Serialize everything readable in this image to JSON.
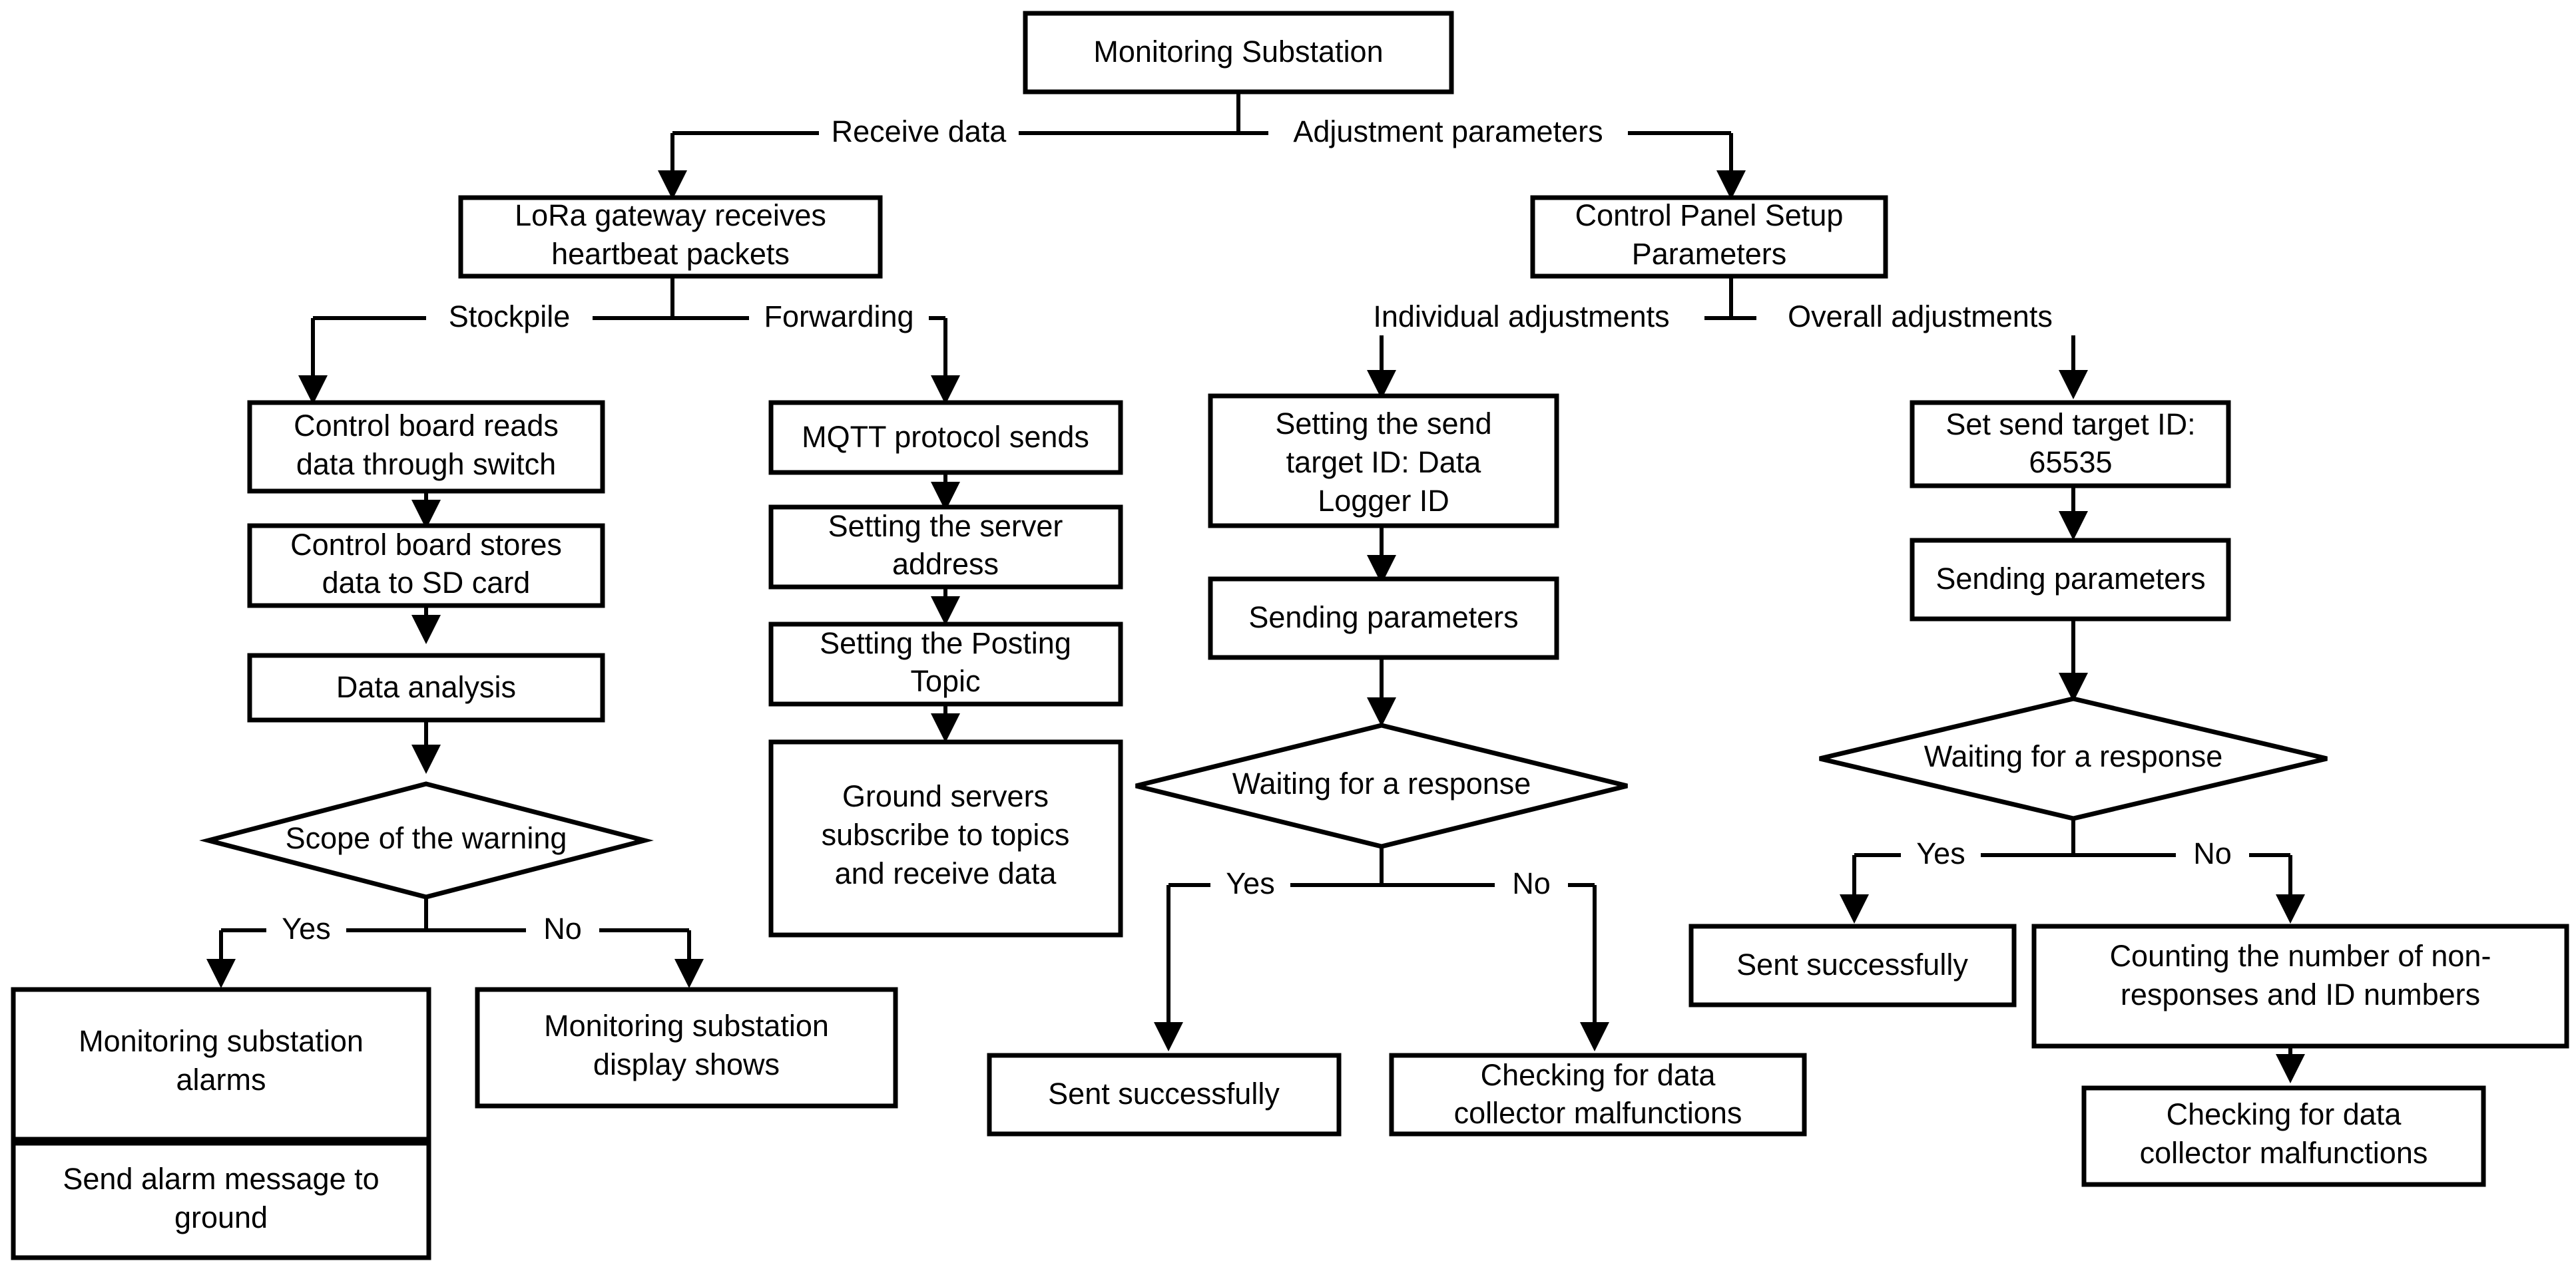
{
  "diagram": {
    "title": "Monitoring Substation communication and parameter configuration flowchart",
    "background_color": "#ffffff",
    "line_color": "#000000",
    "text_color": "#000000",
    "nodes": [
      {
        "id": "n1",
        "shape": "process",
        "lines": [
          "Monitoring Substation"
        ]
      },
      {
        "id": "n2",
        "shape": "process",
        "lines": [
          "LoRa gateway receives",
          "heartbeat packets"
        ]
      },
      {
        "id": "n3",
        "shape": "process",
        "lines": [
          "Control Panel Setup",
          "Parameters"
        ]
      },
      {
        "id": "n4",
        "shape": "process",
        "lines": [
          "Control board reads",
          "data through switch"
        ]
      },
      {
        "id": "n5",
        "shape": "process",
        "lines": [
          "Control board stores",
          "data to SD card"
        ]
      },
      {
        "id": "n6",
        "shape": "process",
        "lines": [
          "Data analysis"
        ]
      },
      {
        "id": "n7",
        "shape": "decision",
        "lines": [
          "Scope of the warning"
        ]
      },
      {
        "id": "n8",
        "shape": "process",
        "lines": [
          "Monitoring substation",
          "alarms"
        ]
      },
      {
        "id": "n9",
        "shape": "process",
        "lines": [
          "Send alarm message to",
          "ground"
        ]
      },
      {
        "id": "n10",
        "shape": "process",
        "lines": [
          "Monitoring substation",
          "display shows"
        ]
      },
      {
        "id": "n11",
        "shape": "process",
        "lines": [
          "MQTT protocol sends"
        ]
      },
      {
        "id": "n12",
        "shape": "process",
        "lines": [
          "Setting the server",
          "address"
        ]
      },
      {
        "id": "n13",
        "shape": "process",
        "lines": [
          "Setting the Posting",
          "Topic"
        ]
      },
      {
        "id": "n14",
        "shape": "process",
        "lines": [
          "Ground servers",
          "subscribe to topics",
          "and receive data"
        ]
      },
      {
        "id": "n15",
        "shape": "process",
        "lines": [
          "Setting the send",
          "target ID: Data",
          "Logger ID"
        ]
      },
      {
        "id": "n16",
        "shape": "process",
        "lines": [
          "Sending parameters"
        ]
      },
      {
        "id": "n17",
        "shape": "decision",
        "lines": [
          "Waiting for a response"
        ]
      },
      {
        "id": "n18",
        "shape": "process",
        "lines": [
          "Sent successfully"
        ]
      },
      {
        "id": "n19",
        "shape": "process",
        "lines": [
          "Checking for data",
          "collector malfunctions"
        ]
      },
      {
        "id": "n20",
        "shape": "process",
        "lines": [
          "Set send target ID:",
          "65535"
        ]
      },
      {
        "id": "n21",
        "shape": "process",
        "lines": [
          "Sending parameters"
        ]
      },
      {
        "id": "n22",
        "shape": "decision",
        "lines": [
          "Waiting for a response"
        ]
      },
      {
        "id": "n23",
        "shape": "process",
        "lines": [
          "Sent successfully"
        ]
      },
      {
        "id": "n24",
        "shape": "process",
        "lines": [
          "Counting the number of non-",
          "responses and ID numbers"
        ]
      },
      {
        "id": "n25",
        "shape": "process",
        "lines": [
          "Checking for data",
          "collector malfunctions"
        ]
      }
    ],
    "edge_labels": [
      {
        "id": "e1",
        "text": "Receive data"
      },
      {
        "id": "e2",
        "text": "Adjustment parameters"
      },
      {
        "id": "e3",
        "text": "Stockpile"
      },
      {
        "id": "e4",
        "text": "Forwarding"
      },
      {
        "id": "e5",
        "text": "Individual adjustments"
      },
      {
        "id": "e6",
        "text": "Overall adjustments"
      },
      {
        "id": "e7",
        "text": "Yes"
      },
      {
        "id": "e8",
        "text": "No"
      },
      {
        "id": "e9",
        "text": "Yes"
      },
      {
        "id": "e10",
        "text": "No"
      },
      {
        "id": "e11",
        "text": "Yes"
      },
      {
        "id": "e12",
        "text": "No"
      }
    ]
  }
}
